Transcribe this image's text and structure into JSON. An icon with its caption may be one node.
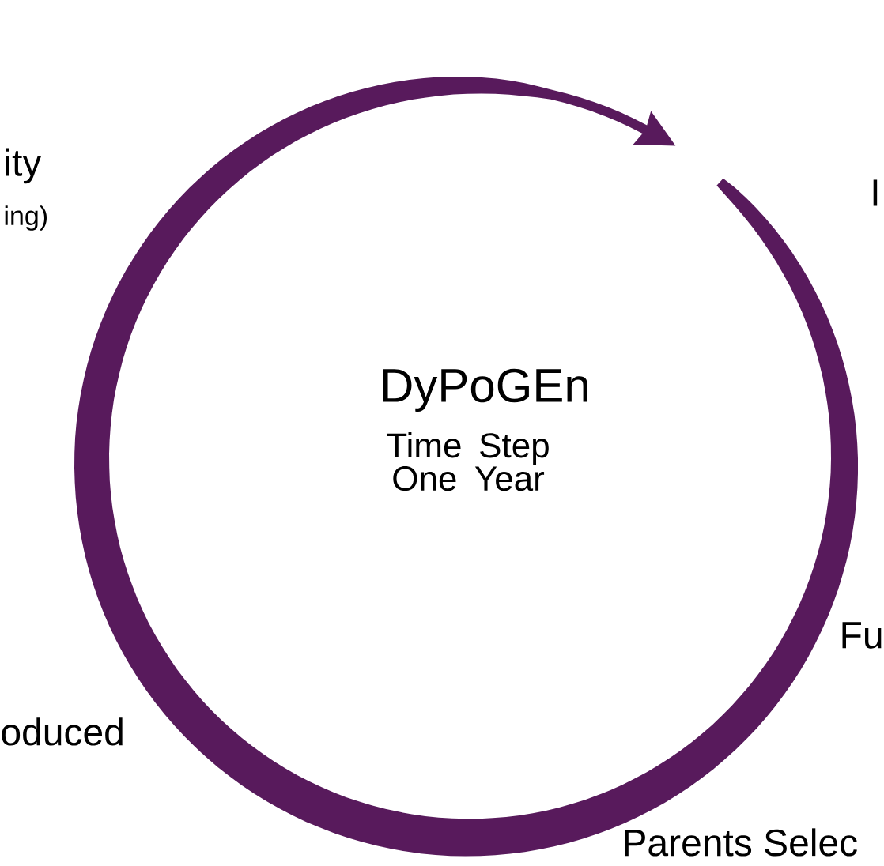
{
  "diagram": {
    "nodes": [
      {
        "text": [
          "DyPoGEn",
          "Time Step One Year"
        ]
      }
    ],
    "labels": [
      "ity",
      "ing)",
      "I",
      "Fu",
      "oduced",
      "Parents Selec"
    ]
  }
}
